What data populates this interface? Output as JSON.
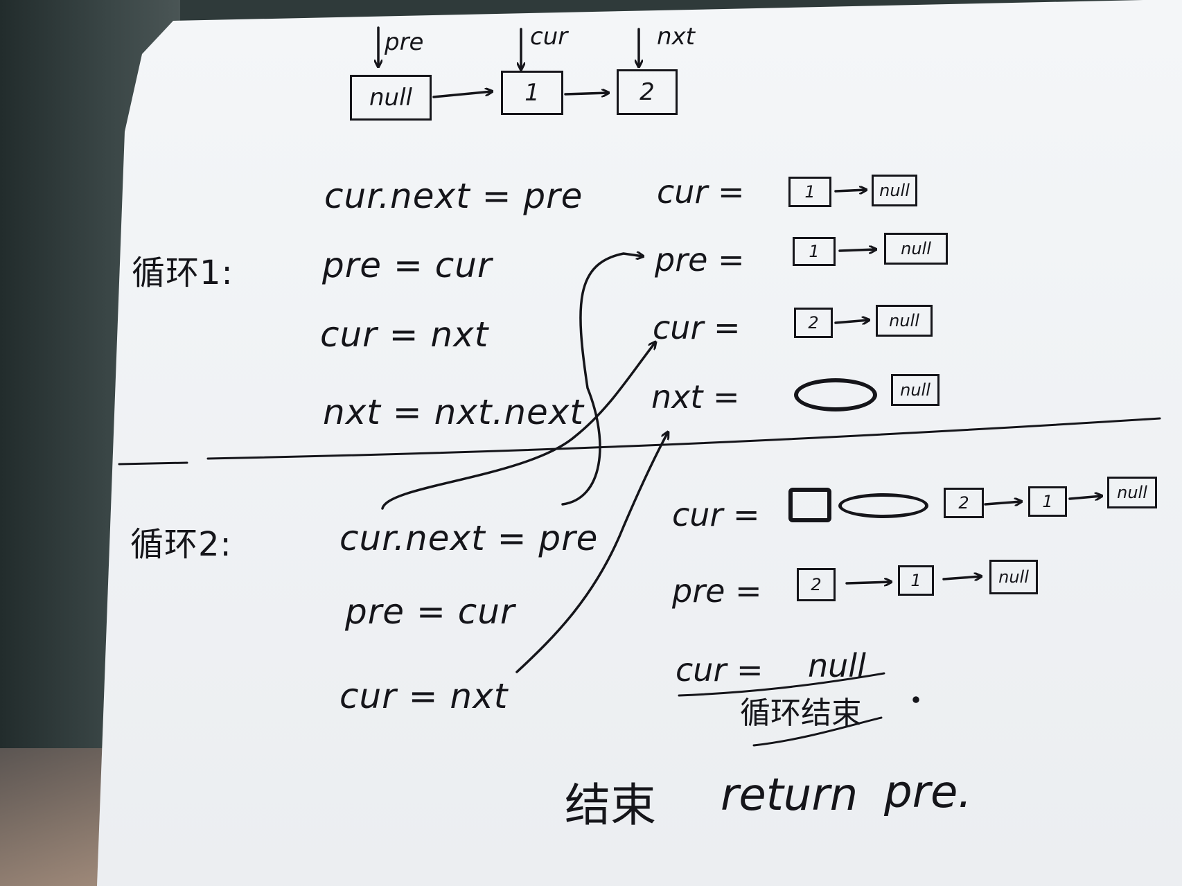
{
  "top": {
    "pointers": [
      "pre",
      "cur",
      "nxt"
    ],
    "nodes": [
      "null",
      "1",
      "2"
    ]
  },
  "loop1": {
    "label": "循环1:",
    "code": [
      "cur.next = pre",
      "pre = cur",
      "cur = nxt",
      "nxt = nxt.next"
    ],
    "states": [
      {
        "lhs": "cur =",
        "list": [
          "1",
          "null"
        ]
      },
      {
        "lhs": "pre =",
        "list": [
          "1",
          "null"
        ]
      },
      {
        "lhs": "cur =",
        "list": [
          "2",
          "null"
        ]
      },
      {
        "lhs": "nxt =",
        "list": [
          "null"
        ]
      }
    ]
  },
  "loop2": {
    "label": "循环2:",
    "code": [
      "cur.next = pre",
      "pre = cur",
      "cur = nxt"
    ],
    "states": [
      {
        "lhs": "cur =",
        "list": [
          "2",
          "1",
          "null"
        ]
      },
      {
        "lhs": "pre =",
        "list": [
          "2",
          "1",
          "null"
        ]
      },
      {
        "lhs": "cur =",
        "value": "null"
      }
    ],
    "end_note": "循环结束"
  },
  "final": {
    "end_word": "结束",
    "return_text": "return",
    "return_value": "pre."
  }
}
